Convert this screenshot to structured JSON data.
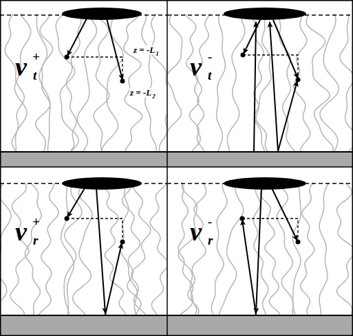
{
  "diagram": {
    "labels": [
      "ν",
      "+",
      "t",
      "z = -L",
      "1",
      "z = -L",
      "2",
      "ν",
      "-",
      "t",
      "ν",
      "+",
      "r",
      "ν",
      "-",
      "r"
    ]
  }
}
